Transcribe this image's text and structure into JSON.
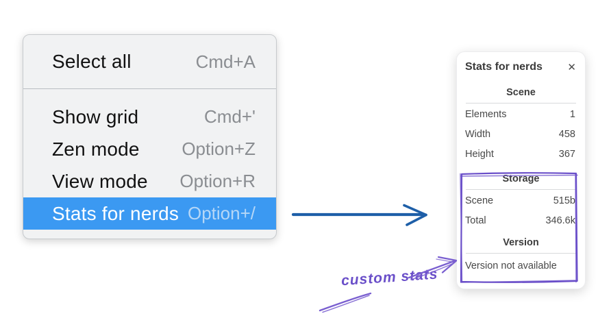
{
  "menu": {
    "sections": [
      {
        "items": [
          {
            "label": "Select all",
            "shortcut": "Cmd+A"
          }
        ]
      },
      {
        "items": [
          {
            "label": "Show grid",
            "shortcut": "Cmd+'"
          },
          {
            "label": "Zen mode",
            "shortcut": "Option+Z"
          },
          {
            "label": "View mode",
            "shortcut": "Option+R"
          },
          {
            "label": "Stats for nerds",
            "shortcut": "Option+/"
          }
        ]
      }
    ],
    "highlighted_item": "Stats for nerds"
  },
  "stats_panel": {
    "title": "Stats for nerds",
    "close_icon": "✕",
    "sections": [
      {
        "heading": "Scene",
        "rows": [
          {
            "label": "Elements",
            "value": "1"
          },
          {
            "label": "Width",
            "value": "458"
          },
          {
            "label": "Height",
            "value": "367"
          }
        ]
      },
      {
        "heading": "Storage",
        "rows": [
          {
            "label": "Scene",
            "value": "515b"
          },
          {
            "label": "Total",
            "value": "346.6k"
          }
        ]
      },
      {
        "heading": "Version",
        "note": "Version not available"
      }
    ]
  },
  "annotation": {
    "label": "custom stats"
  },
  "colors": {
    "menu_highlight": "#3b99f2",
    "menu_bg": "#f1f2f3",
    "shortcut_gray": "#8a8d91",
    "highlight_shortcut": "#b5d7f7",
    "flow_arrow_blue": "#1e5fa8",
    "annotation_purple": "#6a4fc9",
    "panel_bg": "#ffffff",
    "separator_gray": "#d8dadc"
  }
}
